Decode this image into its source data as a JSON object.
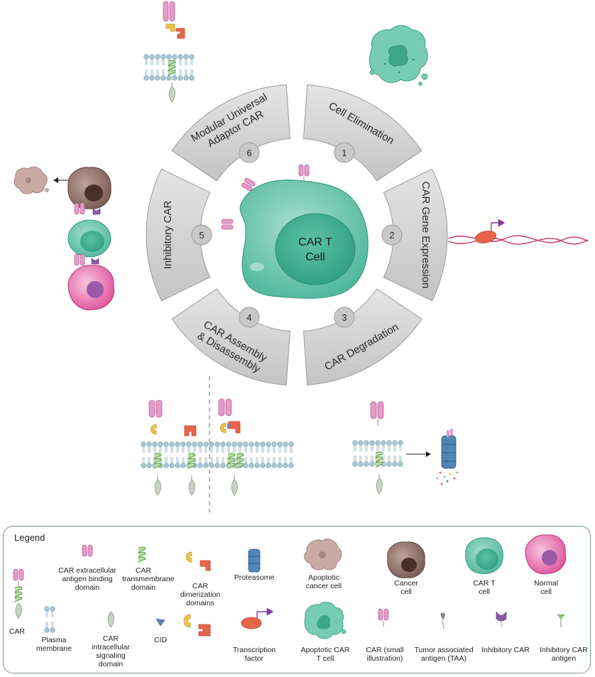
{
  "center": {
    "label_line1": "CAR T",
    "label_line2": "Cell"
  },
  "segments": [
    {
      "number": "1",
      "label": "Cell Elimination"
    },
    {
      "number": "2",
      "label": "CAR Gene Expression"
    },
    {
      "number": "3",
      "label": "CAR Degradation"
    },
    {
      "number": "4",
      "label_line1": "CAR Assembly",
      "label_line2": "& Disassembly"
    },
    {
      "number": "5",
      "label": "Inhibitory CAR"
    },
    {
      "number": "6",
      "label_line1": "Modular Universal",
      "label_line2": "Adaptor CAR"
    }
  ],
  "legend": {
    "title": "Legend",
    "items": [
      {
        "label": "CAR"
      },
      {
        "label": "CAR extracellular antigen binding domain"
      },
      {
        "label": "CAR transmembrane domain"
      },
      {
        "label": "CAR dimerization domains"
      },
      {
        "label": "Proteasome"
      },
      {
        "label": "Apoptotic cancer cell"
      },
      {
        "label": "Cancer cell"
      },
      {
        "label": "CAR T cell"
      },
      {
        "label": "Normal cell"
      },
      {
        "label": "Plasma membrane"
      },
      {
        "label": "CAR intracellular signaling domain"
      },
      {
        "label": "CID"
      },
      {
        "label": "Transcription factor"
      },
      {
        "label": "Apoptotic CAR T cell"
      },
      {
        "label": "CAR (small illustration)"
      },
      {
        "label": "Tumor associated antigen (TAA)"
      },
      {
        "label": "Inhibitory CAR"
      },
      {
        "label": "Inhibitory CAR antigen"
      }
    ]
  },
  "colors": {
    "segment_fill": "#d4d4d4",
    "car_t_cell": "#6fc8b0",
    "car_t_nucleus": "#3fae92",
    "car_pink": "#e59ac8",
    "dimer_yellow": "#f2c14a",
    "dimer_orange": "#e8654a",
    "transmembrane_green": "#8fc47a",
    "membrane_blue": "#a9c7d3",
    "cancer_brown": "#8e6f67",
    "normal_pink": "#e87ab4",
    "proteasome_blue": "#4f86b3",
    "dna_red": "#c8326a",
    "tf_purple": "#8a3a9c"
  },
  "icons": [
    "car-icon",
    "membrane-icon",
    "proteasome-icon",
    "dna-icon",
    "cancer-cell-icon",
    "car-t-cell-icon",
    "normal-cell-icon",
    "apoptotic-cell-icon",
    "arrow-icon"
  ]
}
